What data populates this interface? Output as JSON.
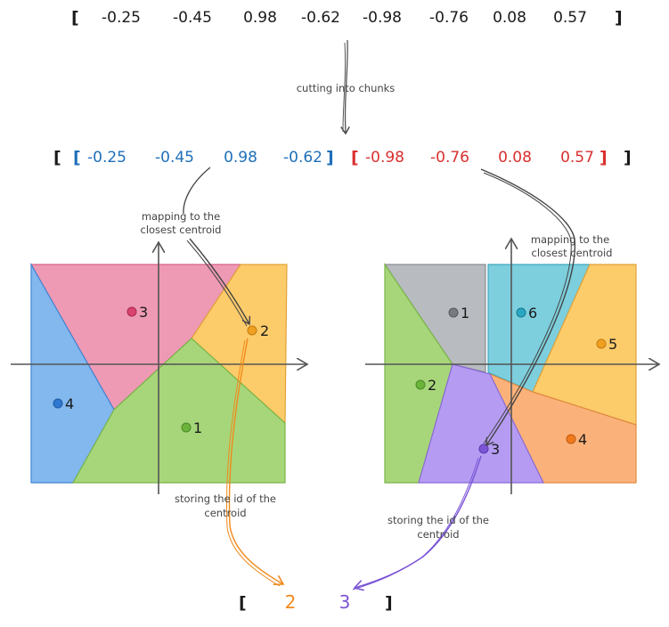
{
  "colors": {
    "chunk1": "#1f6fb8",
    "chunk2": "#d93030",
    "id_orange": "#f08a1c",
    "id_purple": "#7b55d6",
    "ink": "#1a1a1a",
    "note": "#444444"
  },
  "brackets": {
    "open": "[",
    "close": "]"
  },
  "vector": [
    "-0.25",
    "-0.45",
    "0.98",
    "-0.62",
    "-0.98",
    "-0.76",
    "0.08",
    "0.57"
  ],
  "chunk_1": [
    "-0.25",
    "-0.45",
    "0.98",
    "-0.62"
  ],
  "chunk_2": [
    "-0.98",
    "-0.76",
    "0.08",
    "0.57"
  ],
  "annotations": {
    "cutting": "cutting into chunks",
    "map_left_line1": "mapping to the",
    "map_left_line2": "closest centroid",
    "map_right_line1": "mapping to the",
    "map_right_line2": "closest centroid",
    "store_left_line1": "storing the id of the",
    "store_left_line2": "centroid",
    "store_right_line1": "storing the id of the",
    "store_right_line2": "centroid"
  },
  "left_codebook": {
    "regions": [
      {
        "id": "1",
        "color": "#a7d67a",
        "dot": "#6cb33c"
      },
      {
        "id": "2",
        "color": "#fccb6a",
        "dot": "#f0a020"
      },
      {
        "id": "3",
        "color": "#ee9ab5",
        "dot": "#d9436e"
      },
      {
        "id": "4",
        "color": "#82b8ee",
        "dot": "#2f78d0"
      }
    ]
  },
  "right_codebook": {
    "regions": [
      {
        "id": "1",
        "color": "#b8bcc0",
        "dot": "#777b80"
      },
      {
        "id": "2",
        "color": "#a7d67a",
        "dot": "#6cb33c"
      },
      {
        "id": "3",
        "color": "#b59cf2",
        "dot": "#7b55d6"
      },
      {
        "id": "4",
        "color": "#fbb27a",
        "dot": "#f07a1c"
      },
      {
        "id": "5",
        "color": "#fccb6a",
        "dot": "#f0a020"
      },
      {
        "id": "6",
        "color": "#7dcfdd",
        "dot": "#2aa6c2"
      }
    ]
  },
  "result": [
    "2",
    "3"
  ]
}
